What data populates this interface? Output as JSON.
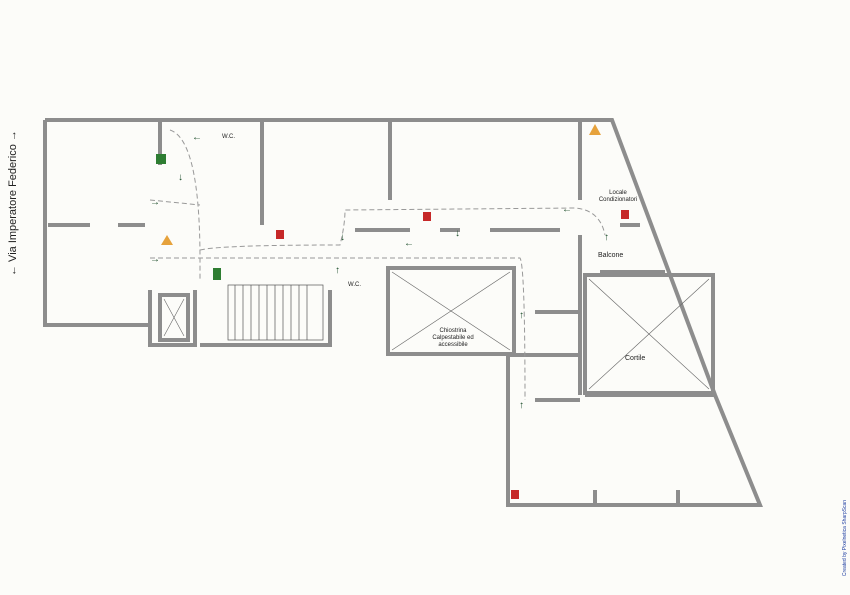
{
  "street": {
    "name": "Via Imperatore Federico",
    "arrow_up": "→",
    "arrow_down": "←"
  },
  "rooms": {
    "wc_1": "W.C.",
    "wc_2": "W.C.",
    "locale_condizionatori": "Locale Condizionatori",
    "balcone": "Balcone",
    "chiostrina": "Chiostrina Calpestabile ed accessibile",
    "cortile": "Cortile"
  },
  "credit": "Created by Pixelnetica SharpScan",
  "colors": {
    "wall": "#8a8a8a",
    "exit_sign": "#2e7d32",
    "fire": "#c62828",
    "warning": "#e6a23c"
  }
}
